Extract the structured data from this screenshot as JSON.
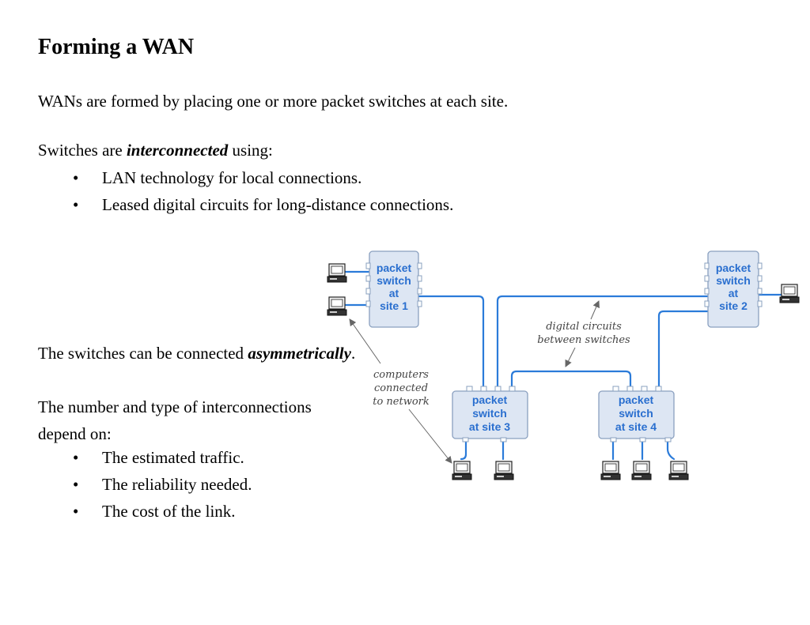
{
  "title": "Forming a WAN",
  "intro": "WANs are formed by placing one or more packet switches at each site.",
  "switches": {
    "lead": "Switches are ",
    "emph": "interconnected",
    "tail": " using:",
    "bullets": [
      "LAN technology for local connections.",
      "Leased digital circuits for long-distance connections."
    ]
  },
  "asym": {
    "lead": "The switches can be connected ",
    "emph": "asymmetrically",
    "tail": "."
  },
  "depend": {
    "line1": "The number and type of interconnections",
    "line2": "depend on:",
    "bullets": [
      "The estimated traffic.",
      "The reliability needed.",
      "The cost of the link."
    ]
  },
  "diagram": {
    "colors": {
      "link": "#2b7bd9",
      "box_fill": "#dde6f3",
      "box_stroke": "#8aa0bf",
      "label": "#2a6fcf"
    },
    "switch1": [
      "packet",
      "switch",
      "at",
      "site 1"
    ],
    "switch2": [
      "packet",
      "switch",
      "at",
      "site 2"
    ],
    "switch3": [
      "packet",
      "switch",
      "at site 3"
    ],
    "switch4": [
      "packet",
      "switch",
      "at site 4"
    ],
    "annot_circuits": [
      "digital circuits",
      "between switches"
    ],
    "annot_computers": [
      "computers",
      "connected",
      "to network"
    ],
    "icon": "computer-icon"
  }
}
